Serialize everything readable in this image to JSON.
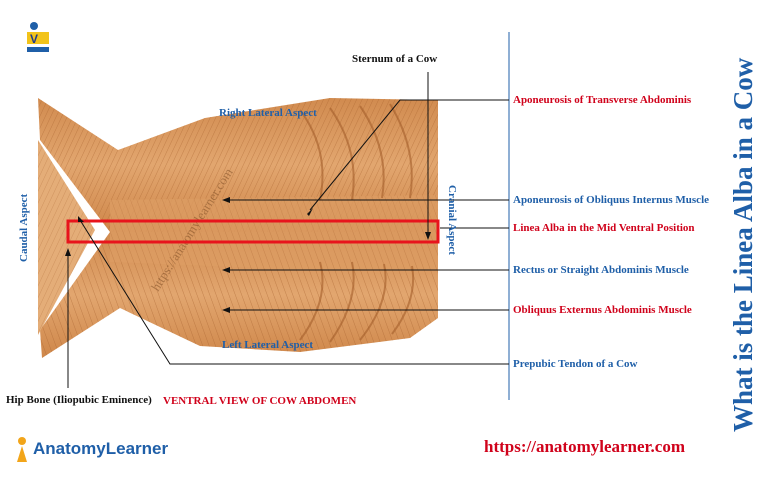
{
  "diagram": {
    "title": "What is the Linea Alba in a Cow",
    "caption": "VENTRAL VIEW OF COW ABDOMEN",
    "url": "https://anatomylearner.com",
    "brand": "AnatomyLearner",
    "aspects": {
      "right": "Right Lateral Aspect",
      "left": "Left Lateral Aspect",
      "caudal": "Caudal Aspect",
      "cranial": "Cranial Aspect"
    },
    "labels": {
      "sternum": "Sternum of a Cow",
      "hip_bone": "Hip Bone (Iliopubic Eminence)",
      "aponeurosis_transverse": "Aponeurosis of Transverse Abdominis",
      "aponeurosis_obliquus_internus": "Aponeurosis of Obliquus Internus Muscle",
      "linea_alba": "Linea Alba in the Mid Ventral Position",
      "rectus": "Rectus or Straight Abdominis Muscle",
      "obliquus_externus": "Obliquus Externus Abdominis Muscle",
      "prepubic_tendon": "Prepubic Tendon of a Cow"
    },
    "watermark": "https://anatomylearner.com",
    "colors": {
      "muscle": "#d9955a",
      "muscle_dark": "#b46c35",
      "highlight": "#e8141c",
      "blue": "#1f5fa8",
      "red": "#d0021b"
    }
  }
}
